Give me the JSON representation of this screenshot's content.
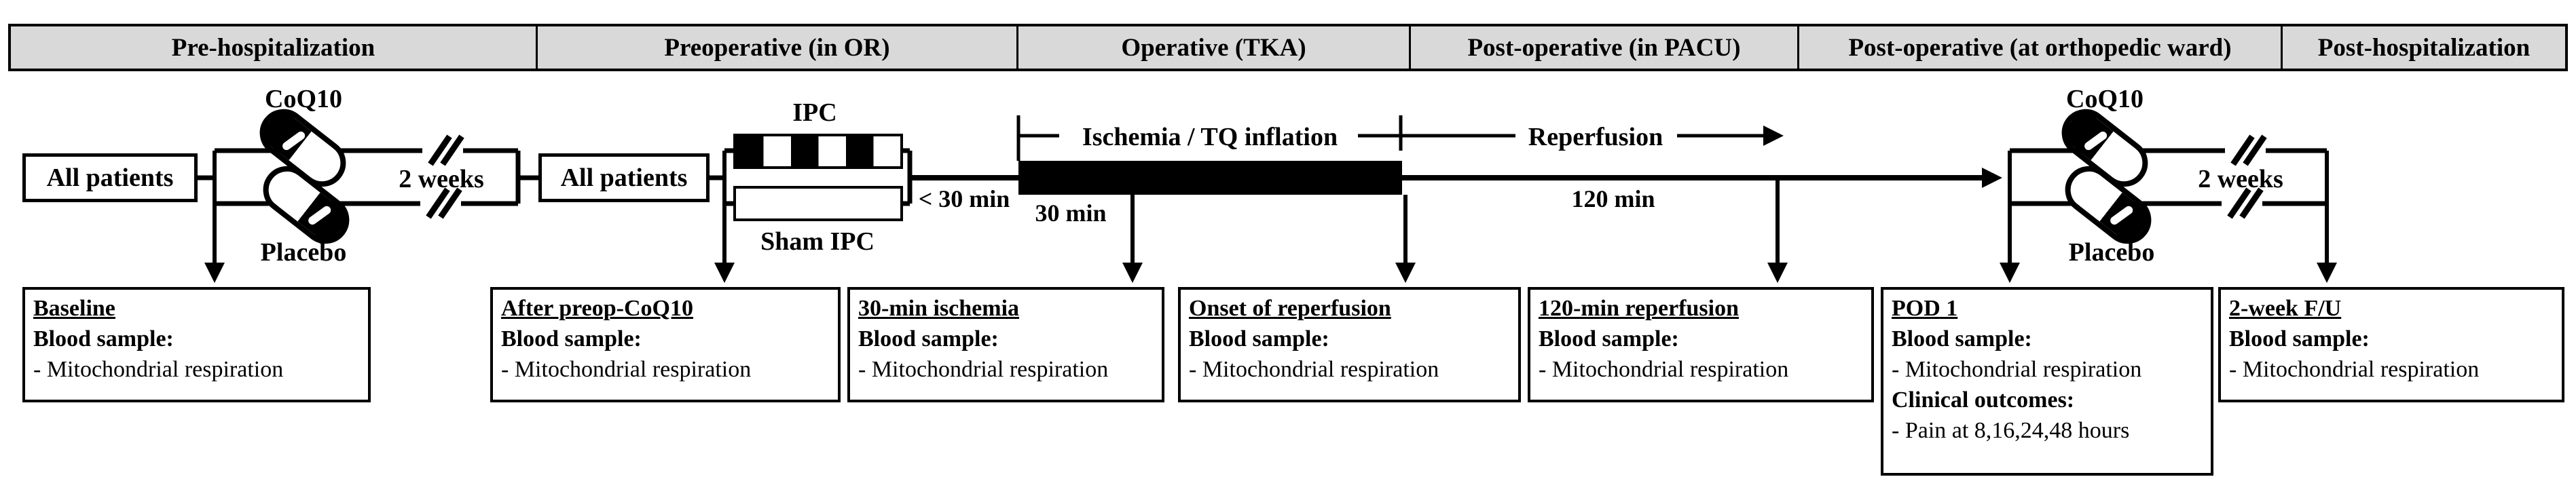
{
  "figure": {
    "title": "Study timeline diagram (CoQ10 / IPC trial in TKA)"
  },
  "colors": {
    "header_bg": "#d9d9d9",
    "ink": "#000000",
    "paper": "#ffffff"
  },
  "icons": {
    "capsule_pair": "two-capsules-icon",
    "line_break": "double-slash-break",
    "ipc_pattern": "black-white-striped-bar",
    "ischemia_bar": "solid-black-bar"
  },
  "header": {
    "phases": [
      {
        "label": "Pre-hospitalization"
      },
      {
        "label": "Preoperative (in OR)"
      },
      {
        "label": "Operative (TKA)"
      },
      {
        "label": "Post-operative (in PACU)"
      },
      {
        "label": "Post-operative (at orthopedic ward)"
      },
      {
        "label": "Post-hospitalization"
      }
    ]
  },
  "timeline": {
    "all_patients": "All patients",
    "coq10": "CoQ10",
    "placebo": "Placebo",
    "two_weeks": "2 weeks",
    "ipc": "IPC",
    "sham_ipc": "Sham IPC",
    "under_30_min": "< 30 min",
    "ischemia_bracket": "Ischemia / TQ inflation",
    "ischemia_duration": "30 min",
    "reperfusion_bracket": "Reperfusion",
    "reperfusion_duration": "120 min"
  },
  "boxes": [
    {
      "title": "Baseline",
      "lines": [
        "Blood sample:",
        "- Mitochondrial respiration"
      ]
    },
    {
      "title": "After preop-CoQ10",
      "lines": [
        "Blood sample:",
        "- Mitochondrial respiration"
      ]
    },
    {
      "title": "30-min ischemia",
      "lines": [
        "Blood sample:",
        "- Mitochondrial respiration"
      ]
    },
    {
      "title": "Onset of reperfusion",
      "lines": [
        "Blood sample:",
        "- Mitochondrial respiration"
      ]
    },
    {
      "title": "120-min reperfusion",
      "lines": [
        "Blood sample:",
        "- Mitochondrial respiration"
      ]
    },
    {
      "title": "POD 1",
      "lines": [
        "Blood sample:",
        "- Mitochondrial respiration",
        "Clinical outcomes:",
        "- Pain at 8,16,24,48 hours"
      ]
    },
    {
      "title": "2-week F/U",
      "lines": [
        "Blood sample:",
        "- Mitochondrial respiration"
      ]
    }
  ]
}
